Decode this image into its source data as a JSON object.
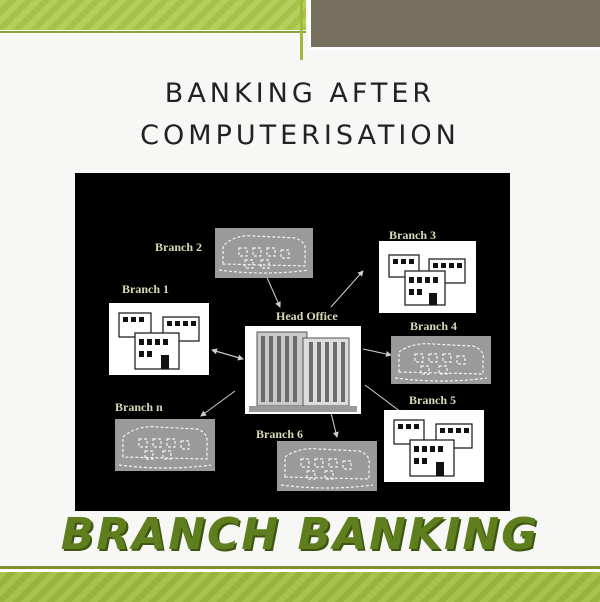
{
  "slide": {
    "title_line1": "BANKING AFTER",
    "title_line2": "COMPUTERISATION",
    "footer_title": "BRANCH BANKING"
  },
  "diagram": {
    "head_office": "Head Office",
    "branches": {
      "b1": "Branch 1",
      "b2": "Branch 2",
      "b3": "Branch 3",
      "b4": "Branch 4",
      "b5": "Branch 5",
      "b6": "Branch 6",
      "bn": "Branch n"
    }
  },
  "colors": {
    "accent_green": "#a7c24a",
    "olive": "#77705f",
    "diagram_bg": "#000000",
    "label": "#d9d9b8"
  }
}
